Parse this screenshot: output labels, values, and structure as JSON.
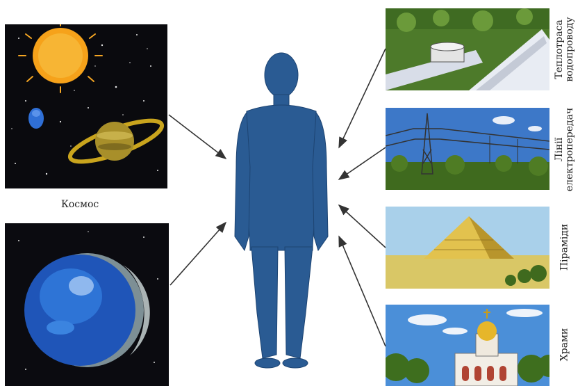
{
  "captions": {
    "cosmos": "Космос",
    "pipeline_line1": "Теплотраса",
    "pipeline_line2": "водопроводу",
    "power_line1": "Лінії",
    "power_line2": "електропередач",
    "pyramids": "Піраміди",
    "temples": "Храми"
  }
}
